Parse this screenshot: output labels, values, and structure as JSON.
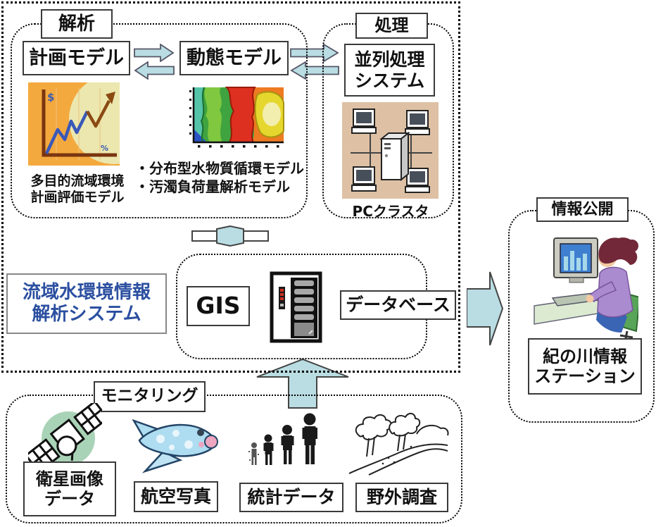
{
  "colors": {
    "arrow_fill": "#b9dde2",
    "system_text_blue": "#2b4fa0",
    "cluster_bg": "#dec1a4",
    "chart_bg": "#f4a93e",
    "satellite_bg": "#a9d3b6"
  },
  "sections": {
    "analysis": {
      "label": "解析",
      "planning_model": "計画モデル",
      "dynamic_model": "動態モデル",
      "bullets": [
        "・分布型水物質循環モデル",
        "・汚濁負荷量解析モデル"
      ],
      "caption_line1": "多目的流域環境",
      "caption_line2": "計画評価モデル",
      "chart_dollar": "$",
      "chart_percent": "%"
    },
    "processing": {
      "label": "処理",
      "parallel_line1": "並列処理",
      "parallel_line2": "システム",
      "cluster_caption": "PCクラスタ"
    },
    "core": {
      "system_line1": "流域水環境情報",
      "system_line2": "解析システム",
      "gis": "GIS",
      "database": "データベース"
    },
    "publication": {
      "label": "情報公開",
      "station_line1": "紀の川情報",
      "station_line2": "ステーション"
    },
    "monitoring": {
      "label": "モニタリング",
      "satellite_line1": "衛星画像",
      "satellite_line2": "データ",
      "aerial": "航空写真",
      "statistics": "統計データ",
      "field_survey": "野外調査"
    }
  },
  "icons": {
    "planning_chart": "line-chart-icon",
    "dynamic_contour": "contour-map-icon",
    "pc_cluster": "pc-cluster-icon",
    "server": "server-tower-icon",
    "satellite": "satellite-icon",
    "airplane": "airplane-icon",
    "people": "people-group-icon",
    "landscape": "trees-landscape-icon",
    "person_computer": "person-at-computer-icon"
  }
}
